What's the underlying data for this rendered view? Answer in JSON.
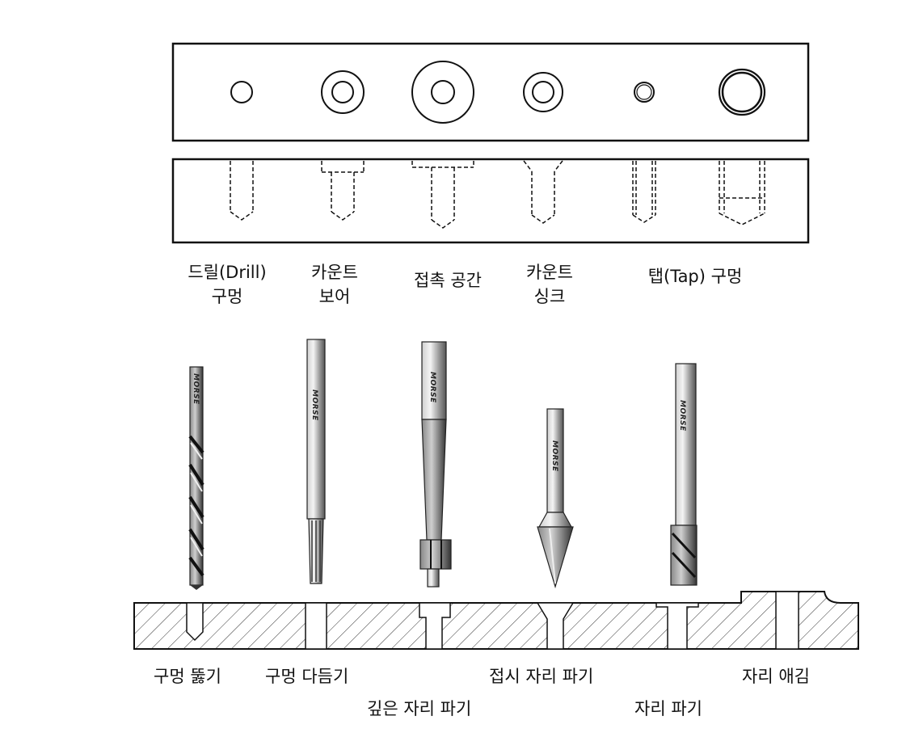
{
  "top_labels": [
    {
      "line1": "드릴(Drill)",
      "line2": "구멍"
    },
    {
      "line1": "카운트",
      "line2": "보어"
    },
    {
      "line1": "접촉 공간",
      "line2": ""
    },
    {
      "line1": "카운트",
      "line2": "싱크"
    },
    {
      "line1": "탭(Tap) 구멍",
      "line2": ""
    }
  ],
  "tool_brand": "MORSE",
  "bottom_labels": {
    "drilling": "구멍 뚫기",
    "reaming": "구멍 다듬기",
    "counterboring": "깊은 자리 파기",
    "countersinking": "접시 자리 파기",
    "spotfacing": "자리 파기",
    "bossing": "자리 애김"
  }
}
